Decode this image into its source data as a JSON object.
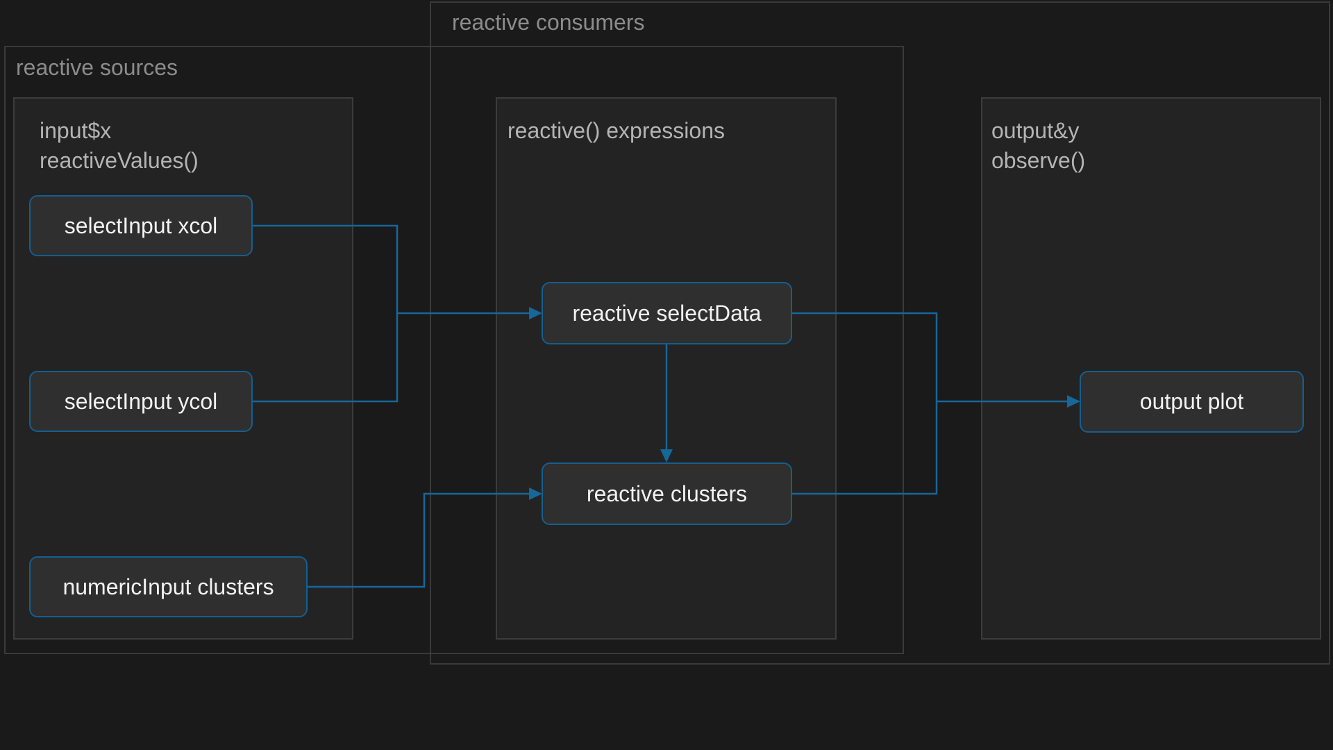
{
  "regions": {
    "sources": {
      "label": "reactive sources"
    },
    "consumers": {
      "label": "reactive consumers"
    }
  },
  "groups": {
    "inputs": {
      "line1": "input$x",
      "line2": "reactiveValues()"
    },
    "expressions": {
      "line1": "reactive() expressions"
    },
    "outputs": {
      "line1": "output&y",
      "line2": "observe()"
    }
  },
  "nodes": {
    "select_xcol": "selectInput xcol",
    "select_ycol": "selectInput ycol",
    "numeric_clusters": "numericInput clusters",
    "reactive_selectdata": "reactive selectData",
    "reactive_clusters": "reactive clusters",
    "output_plot": "output plot"
  },
  "edges": [
    {
      "from": "selectInput xcol",
      "to": "reactive selectData"
    },
    {
      "from": "selectInput ycol",
      "to": "reactive selectData"
    },
    {
      "from": "numericInput clusters",
      "to": "reactive clusters"
    },
    {
      "from": "reactive selectData",
      "to": "reactive clusters"
    },
    {
      "from": "reactive selectData",
      "to": "output plot"
    },
    {
      "from": "reactive clusters",
      "to": "output plot"
    }
  ],
  "colors": {
    "background": "#1a1a1a",
    "edge": "#16679a",
    "node_border": "#155f8f",
    "node_fill": "#2f2f2f",
    "group_fill": "#232323"
  }
}
